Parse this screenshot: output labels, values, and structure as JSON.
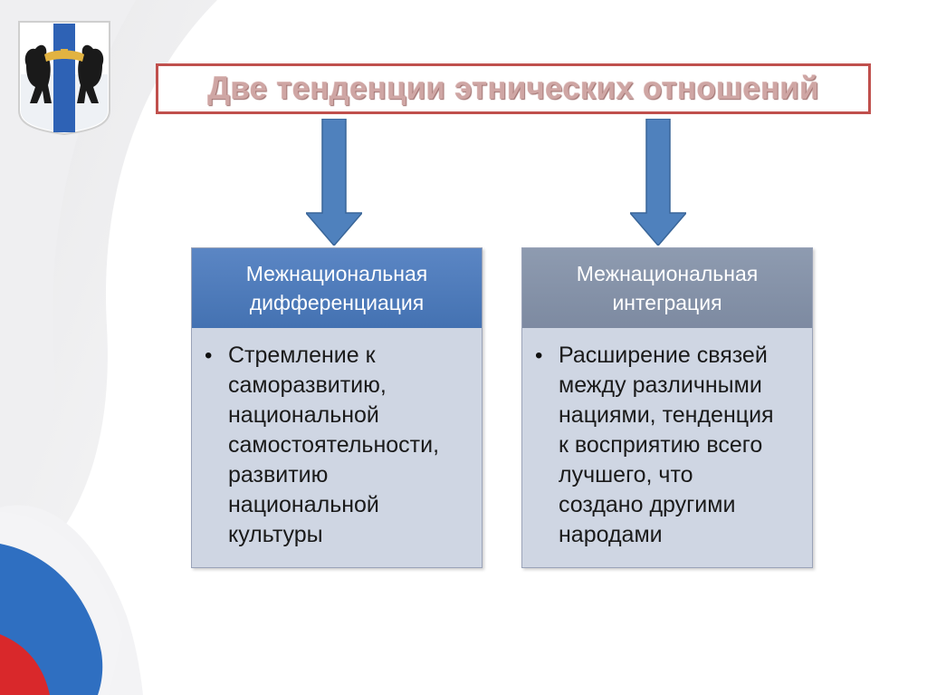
{
  "slide": {
    "title": "Две тенденции этнических отношений"
  },
  "cards": [
    {
      "header": "Межнациональная\nдифференциация",
      "bullet": "Стремление к\nсаморазвитию,\nнациональной\nсамостоятельности,\nразвитию\nнациональной\nкультуры"
    },
    {
      "header": "Межнациональная\nинтеграция",
      "bullet": "Расширение связей\nмежду различными\nнациями, тенденция\nк восприятию всего\nлучшего, что\nсоздано другими\nнародами"
    }
  ],
  "colors": {
    "title_border": "#c0504d",
    "title_text": "#cfa6a4",
    "arrow_fill": "#4f81bd",
    "left_header": "#4f7fbf",
    "right_header": "#8896ab",
    "card_body": "#cfd6e3"
  },
  "icons": {
    "emblem": "novosibirsk-coat-of-arms-icon",
    "arrows": "arrow-down-icon"
  }
}
